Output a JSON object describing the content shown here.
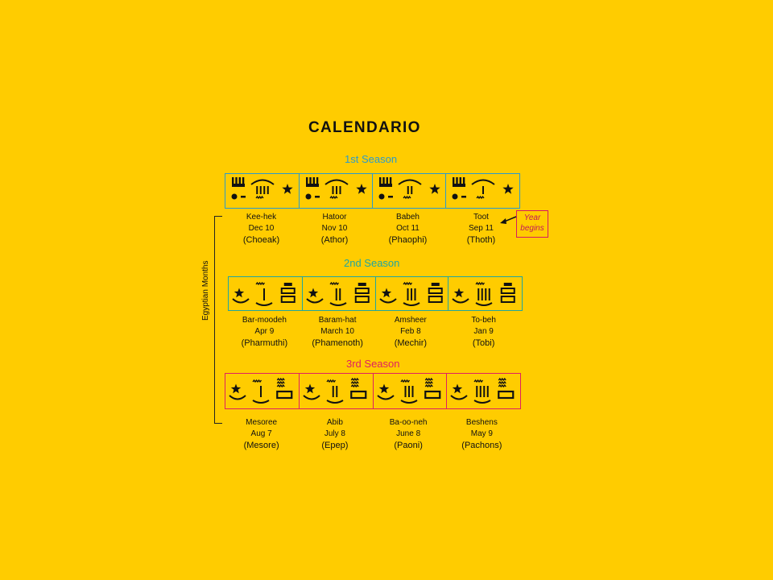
{
  "title": "CALENDARIO",
  "side_label": "Egyptian Months",
  "year_note": {
    "line1": "Year",
    "line2": "begins"
  },
  "colors": {
    "background": "#FFCC00",
    "season1": "#2A9BCC",
    "season2": "#1FA6A0",
    "season3": "#E02060",
    "glyph": "#111111"
  },
  "seasons": [
    {
      "title": "1st Season",
      "glyph_set": "akhet",
      "months": [
        {
          "name": "Kee-hek",
          "date": "Dec 10",
          "coptic": "(Choeak)",
          "strokes": 4
        },
        {
          "name": "Hatoor",
          "date": "Nov 10",
          "coptic": "(Athor)",
          "strokes": 3
        },
        {
          "name": "Babeh",
          "date": "Oct 11",
          "coptic": "(Phaophi)",
          "strokes": 2
        },
        {
          "name": "Toot",
          "date": "Sep 11",
          "coptic": "(Thoth)",
          "strokes": 1
        }
      ]
    },
    {
      "title": "2nd Season",
      "glyph_set": "peret",
      "months": [
        {
          "name": "Bar-moodeh",
          "date": "Apr 9",
          "coptic": "(Pharmuthi)",
          "strokes": 1
        },
        {
          "name": "Baram-hat",
          "date": "March 10",
          "coptic": "(Phamenoth)",
          "strokes": 2
        },
        {
          "name": "Amsheer",
          "date": "Feb 8",
          "coptic": "(Mechir)",
          "strokes": 3
        },
        {
          "name": "To-beh",
          "date": "Jan 9",
          "coptic": "(Tobi)",
          "strokes": 4
        }
      ]
    },
    {
      "title": "3rd Season",
      "glyph_set": "shemu",
      "months": [
        {
          "name": "Mesoree",
          "date": "Aug 7",
          "coptic": "(Mesore)",
          "strokes": 1
        },
        {
          "name": "Abib",
          "date": "July 8",
          "coptic": "(Epep)",
          "strokes": 2
        },
        {
          "name": "Ba-oo-neh",
          "date": "June 8",
          "coptic": "(Paoni)",
          "strokes": 3
        },
        {
          "name": "Beshens",
          "date": "May 9",
          "coptic": "(Pachons)",
          "strokes": 4
        }
      ]
    }
  ]
}
